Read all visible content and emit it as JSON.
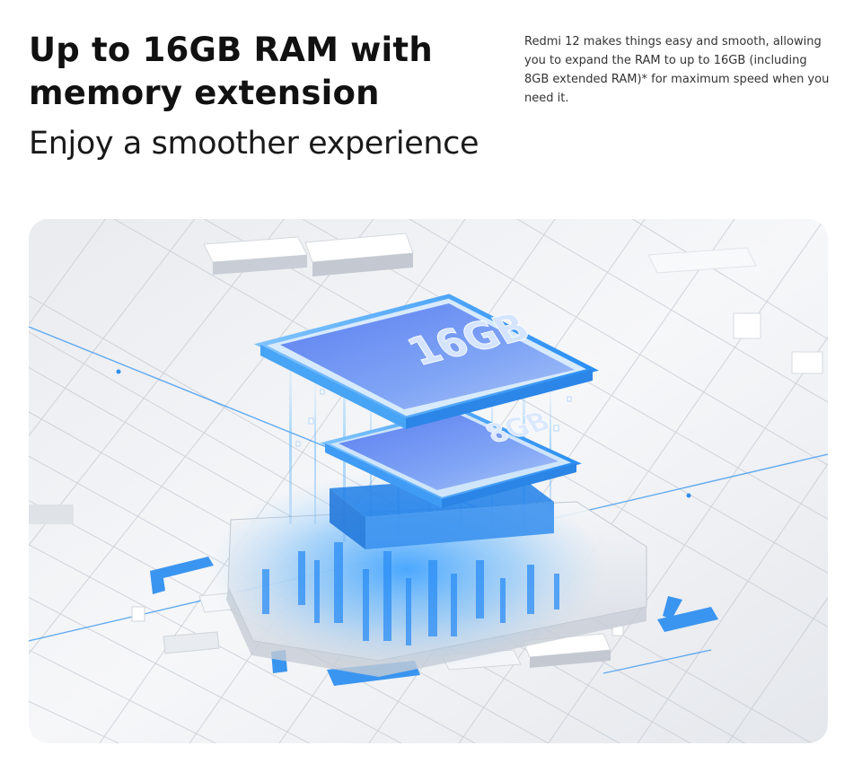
{
  "headline": {
    "line1": "Up to 16GB RAM with",
    "line2": "memory extension"
  },
  "subheadline": "Enjoy a smoother experience",
  "description": "Redmi 12 makes things easy and smooth, allowing you to expand the RAM to up to 16GB (including 8GB extended RAM)* for maximum speed when you need it.",
  "hero": {
    "chip_top_label": "16GB",
    "chip_bottom_label": "8GB",
    "colors": {
      "accent_blue": "#2f8ff2",
      "chip_face": "#5f8ff0",
      "background": "#eef0f4",
      "grid_line": "#c9ced6"
    }
  }
}
